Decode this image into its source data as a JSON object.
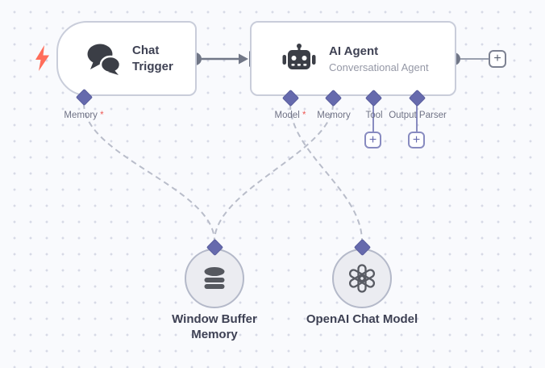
{
  "colors": {
    "diamond_accent": "#666aad",
    "connector_gray": "#717787",
    "dashed_line": "#b9bdca",
    "required_red": "#ee5a57",
    "node_border": "#c9cdda",
    "trigger_bolt": "#ff6d5a"
  },
  "nodes": {
    "chat_trigger": {
      "title": "Chat Trigger",
      "icon": "chat-bubbles-icon",
      "ports": [
        {
          "label": "Memory",
          "required": " *"
        }
      ]
    },
    "ai_agent": {
      "title": "AI Agent",
      "subtitle": "Conversational Agent",
      "icon": "robot-icon",
      "ports": [
        {
          "label": "Model",
          "required": " *"
        },
        {
          "label": "Memory",
          "required": ""
        },
        {
          "label": "Tool",
          "required": ""
        },
        {
          "label": "Output Parser",
          "required": ""
        }
      ]
    },
    "window_buffer_memory": {
      "title": "Window Buffer Memory",
      "icon": "database-icon"
    },
    "openai_chat_model": {
      "title": "OpenAI Chat Model",
      "icon": "openai-icon"
    }
  },
  "buttons": {
    "add_node": "+",
    "add_tool": "+",
    "add_output_parser": "+"
  }
}
